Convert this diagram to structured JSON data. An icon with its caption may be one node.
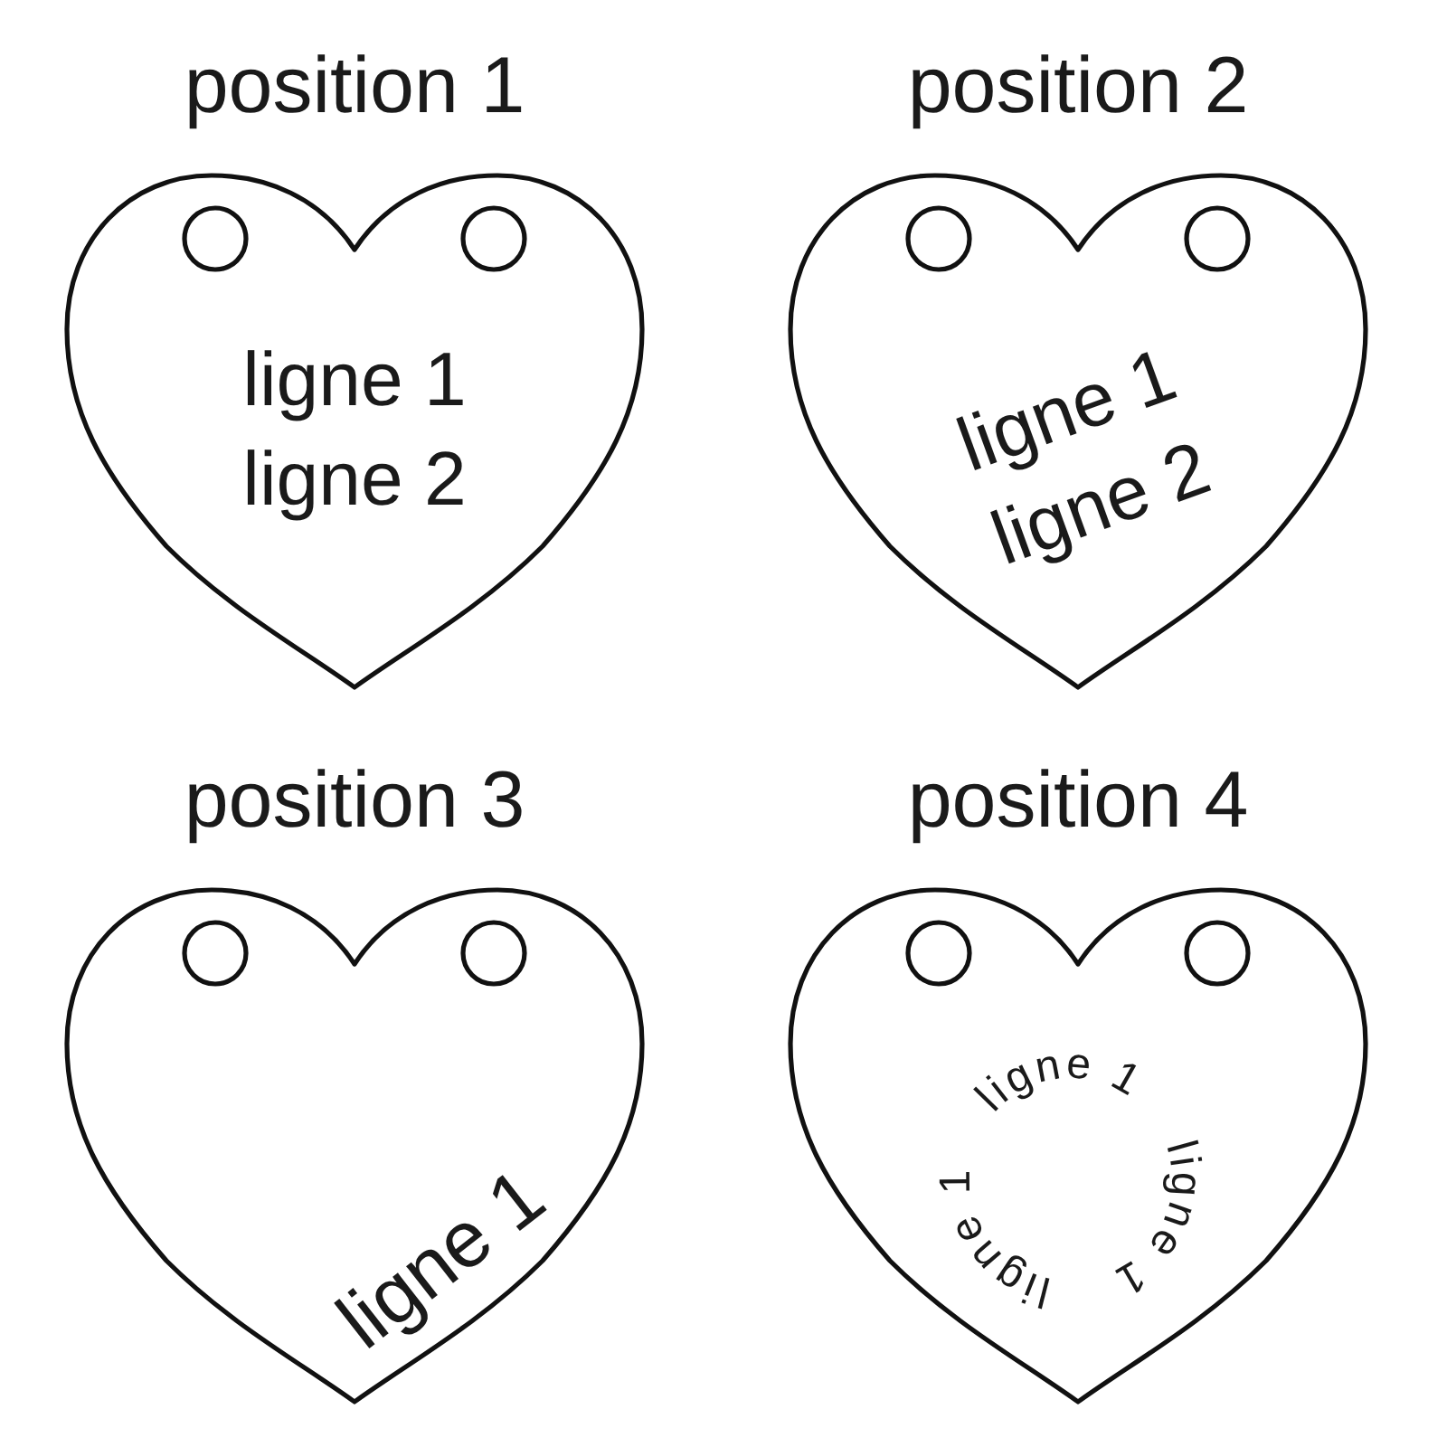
{
  "diagram": {
    "nodes": [
      {
        "text": [
          "position 1",
          "ligne 1",
          "ligne 2"
        ]
      },
      {
        "text": [
          "position 2",
          "ligne 1",
          "ligne 2"
        ]
      },
      {
        "text": [
          "position 3",
          "ligne 1"
        ]
      },
      {
        "text": [
          "position 4",
          "ligne 1",
          "ligne 1",
          "ligne 1"
        ]
      }
    ]
  }
}
